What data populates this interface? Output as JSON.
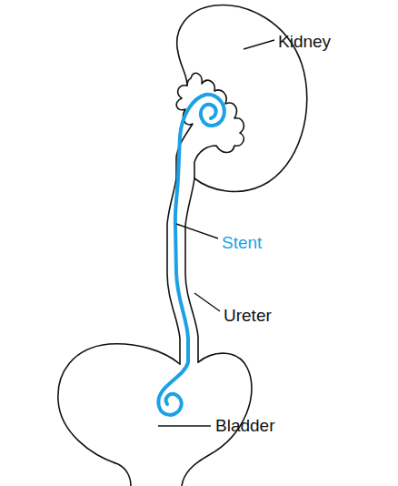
{
  "diagram": {
    "labels": [
      "Kidney",
      "Stent",
      "Ureter",
      "Bladder"
    ]
  }
}
